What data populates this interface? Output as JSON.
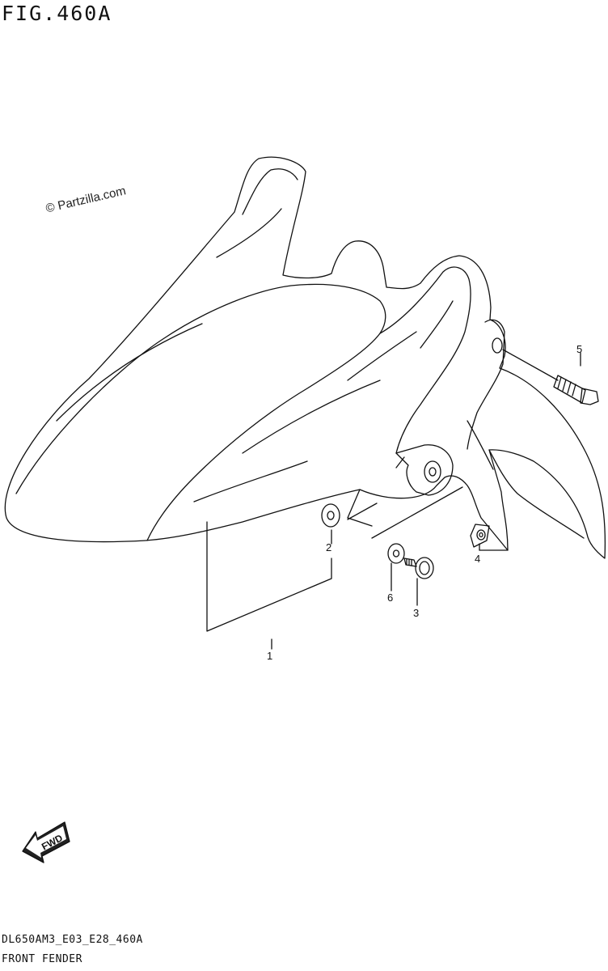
{
  "figure": {
    "title": "FIG.460A",
    "copyright": "© Partzilla.com",
    "diagram_code": "DL650AM3_E03_E28_460A",
    "section_name": "FRONT FENDER"
  },
  "callouts": [
    {
      "number": "1"
    },
    {
      "number": "2"
    },
    {
      "number": "3"
    },
    {
      "number": "4"
    },
    {
      "number": "5"
    },
    {
      "number": "6"
    }
  ],
  "direction_arrow": {
    "label": "FWD"
  }
}
